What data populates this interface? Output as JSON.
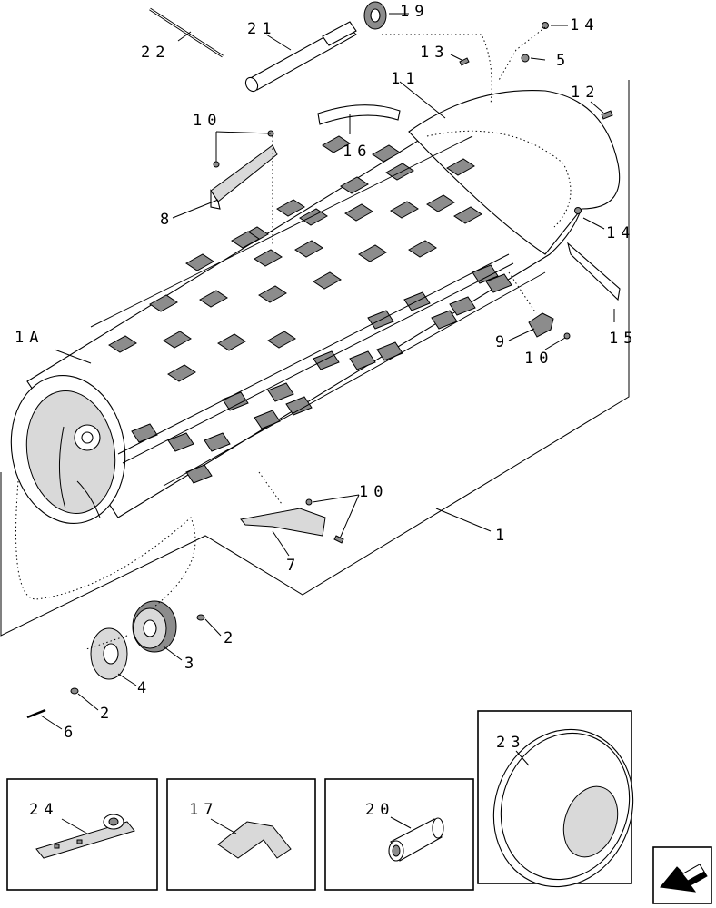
{
  "callouts": {
    "c22": "22",
    "c21": "21",
    "c19": "19",
    "c14a": "14",
    "c13": "13",
    "c5": "5",
    "c11": "11",
    "c12": "12",
    "c10a": "10",
    "c16": "16",
    "c8": "8",
    "c14b": "14",
    "c1A": "1A",
    "c9": "9",
    "c10b": "10",
    "c15": "15",
    "c10c": "10",
    "c1": "1",
    "c7": "7",
    "c2a": "2",
    "c3": "3",
    "c4": "4",
    "c2b": "2",
    "c6": "6",
    "c23": "23",
    "c24": "24",
    "c17": "17",
    "c20": "20"
  },
  "icons": {
    "nav": "previous-arrow-icon"
  }
}
